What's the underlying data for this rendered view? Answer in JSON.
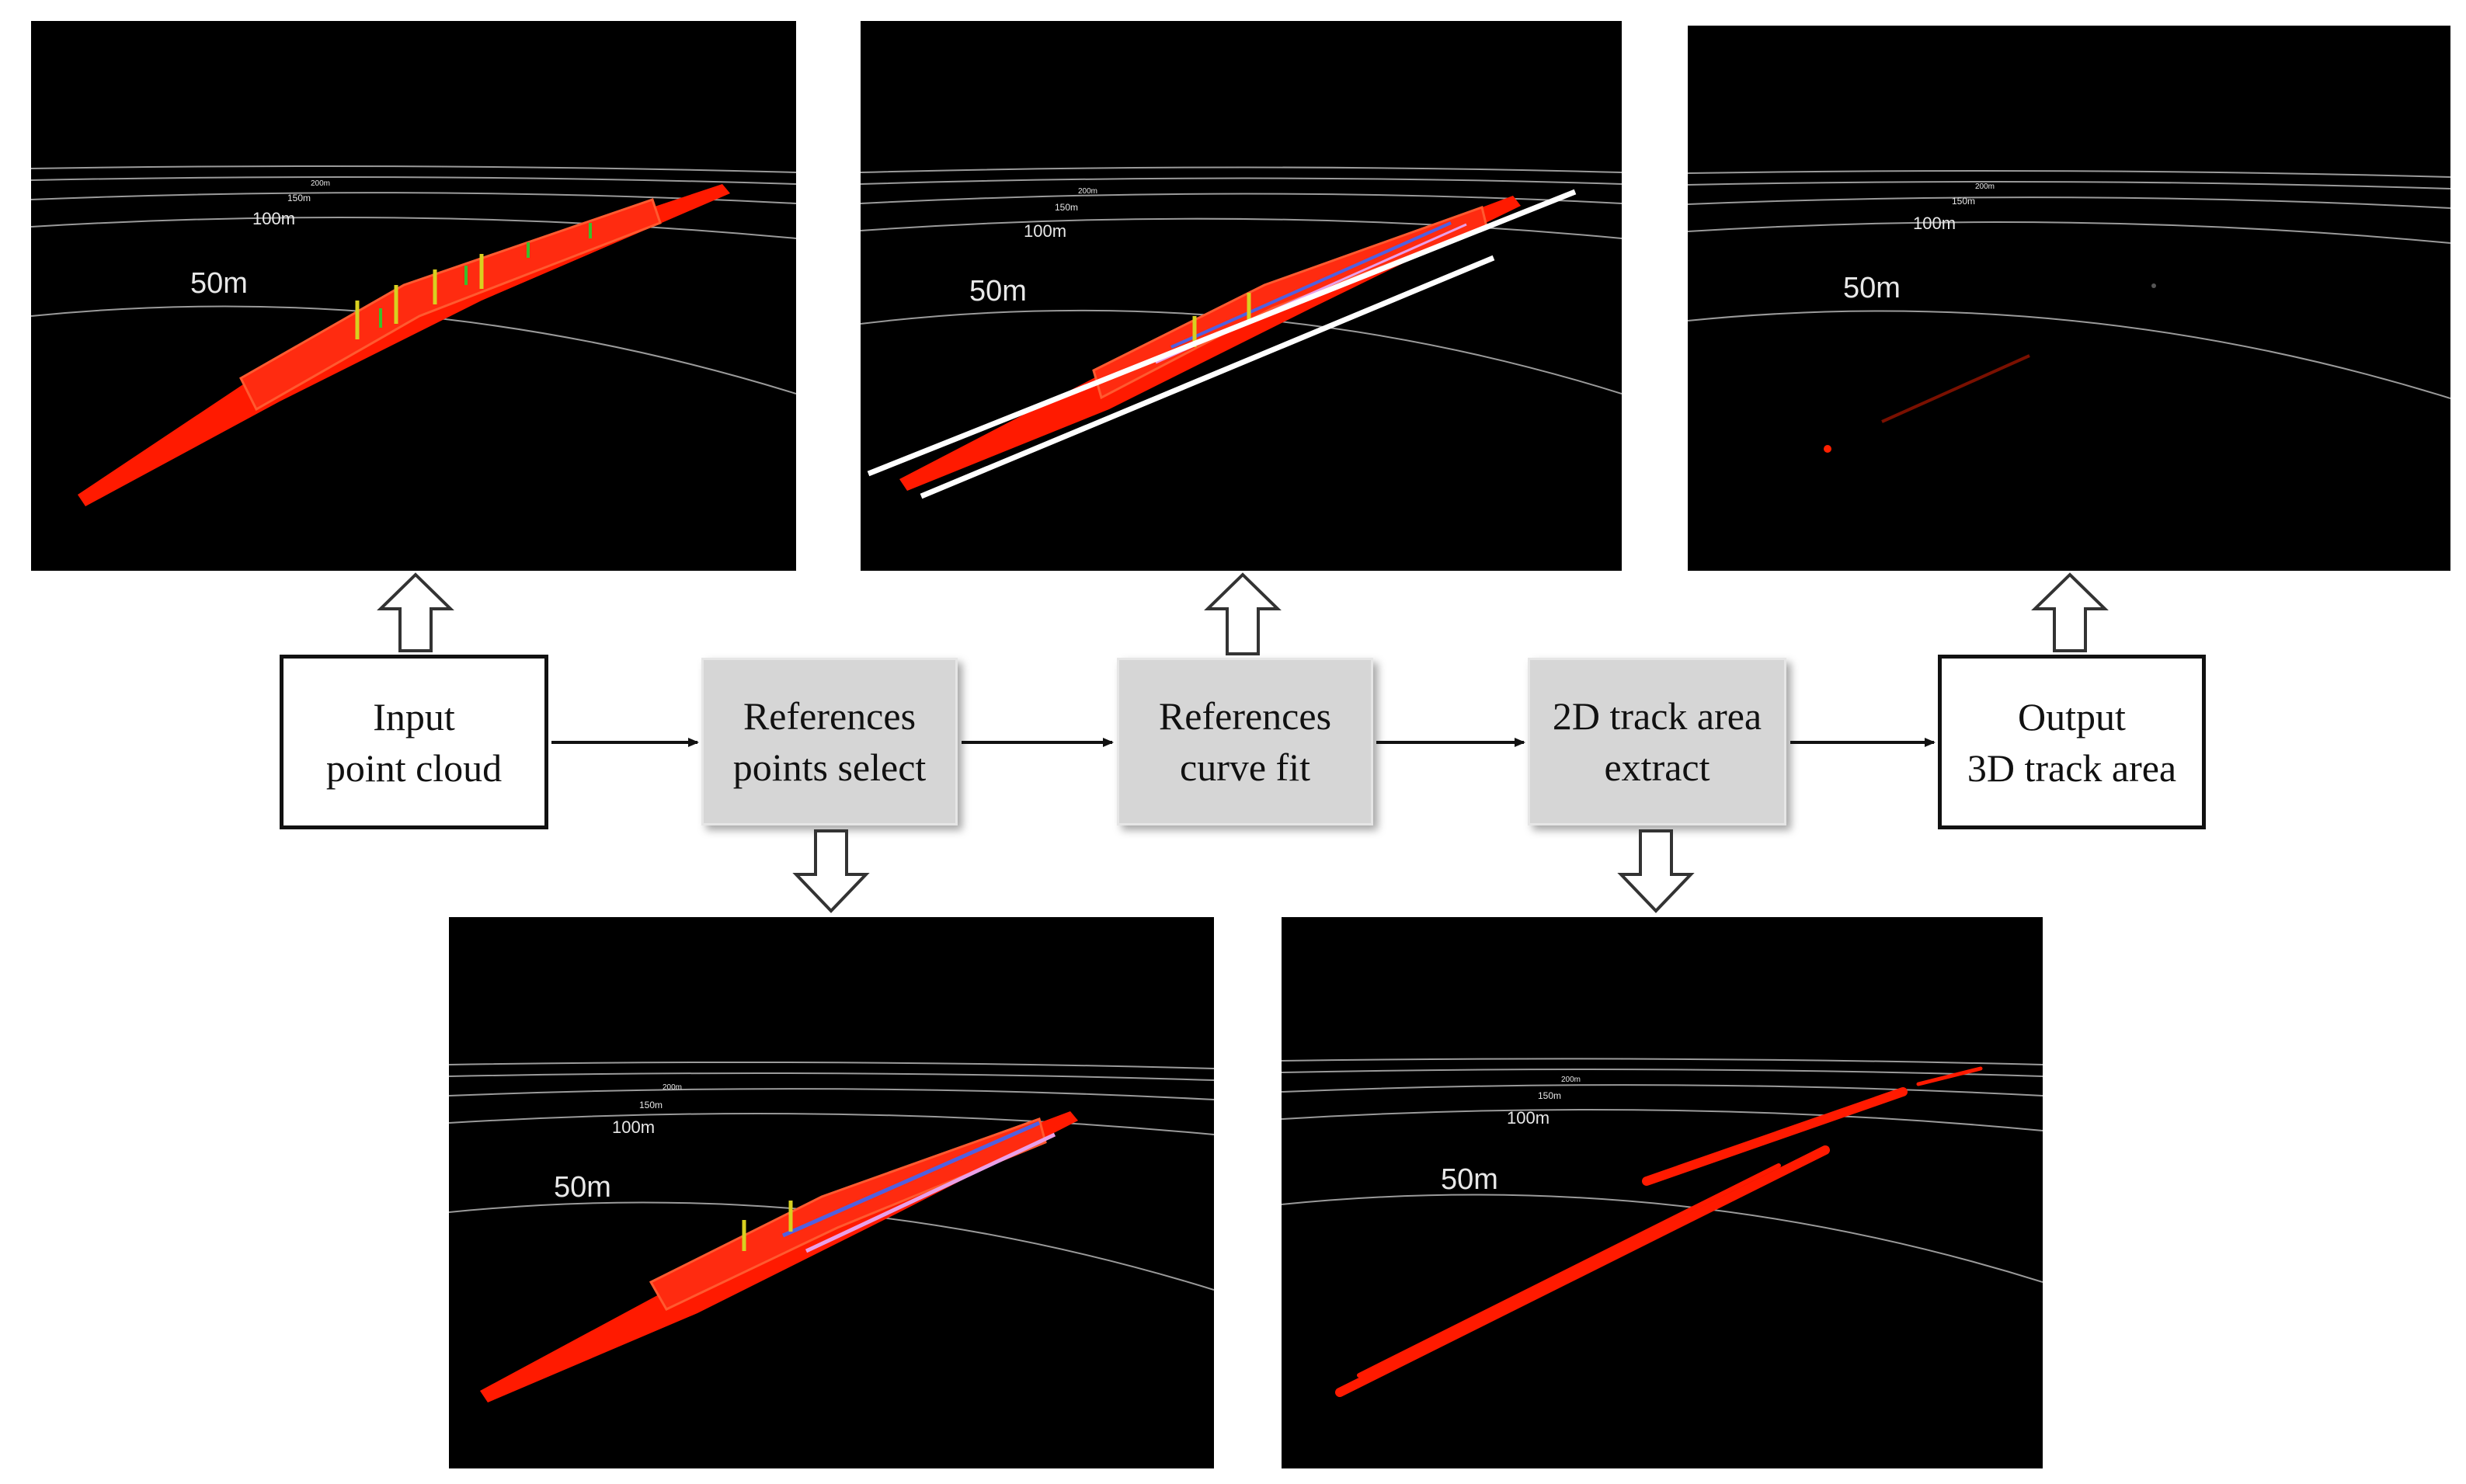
{
  "flow_steps": [
    {
      "id": "input",
      "lines": [
        "Input",
        "point cloud"
      ],
      "kind": "io"
    },
    {
      "id": "ref-points",
      "lines": [
        "References",
        "points select"
      ],
      "kind": "process"
    },
    {
      "id": "ref-curve",
      "lines": [
        "References",
        "curve fit"
      ],
      "kind": "process"
    },
    {
      "id": "track-2d",
      "lines": [
        "2D track area",
        "extract"
      ],
      "kind": "process"
    },
    {
      "id": "output",
      "lines": [
        "Output",
        "3D track area"
      ],
      "kind": "io"
    }
  ],
  "panels": [
    {
      "id": "input-cloud",
      "label_50m": "50m",
      "label_100m": "100m",
      "label_150m": "150m",
      "label_200m": "200m"
    },
    {
      "id": "ref-points-cloud",
      "label_50m": "50m",
      "label_100m": "100m",
      "label_150m": "150m",
      "label_200m": "200m"
    },
    {
      "id": "ref-curve-cloud",
      "label_50m": "50m",
      "label_100m": "100m",
      "label_150m": "150m",
      "label_200m": "200m"
    },
    {
      "id": "track-2d-cloud",
      "label_50m": "50m",
      "label_100m": "100m",
      "label_150m": "150m",
      "label_200m": "200m"
    },
    {
      "id": "output-cloud",
      "label_50m": "50m",
      "label_100m": "100m",
      "label_150m": "150m",
      "label_200m": "200m"
    }
  ],
  "colors": {
    "panel_bg": "#000000",
    "points_main": "#ff1a00",
    "points_yellow": "#d8d020",
    "points_green": "#3bbf2a",
    "points_blue": "#5060e0",
    "points_pink": "#e8a0e8",
    "fit_line": "#ffffff",
    "range_ring": "#b0b0b0",
    "process_box": "#d6d6d6",
    "io_box": "#ffffff"
  }
}
